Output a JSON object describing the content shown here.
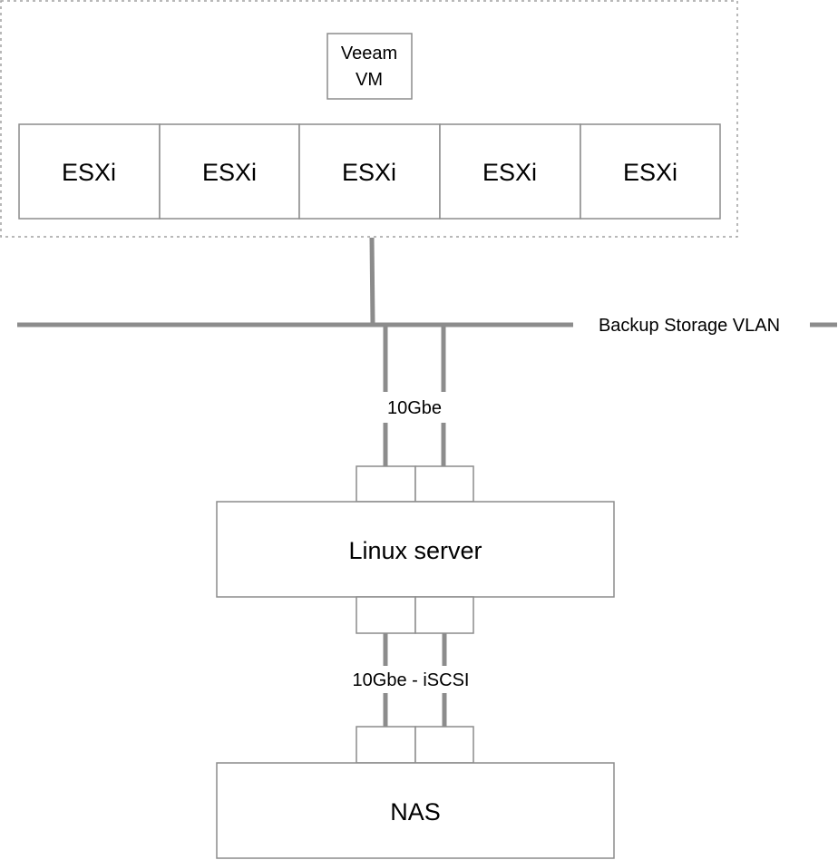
{
  "cluster": {
    "vm_label_line1": "Veeam",
    "vm_label_line2": "VM",
    "hosts": [
      "ESXi",
      "ESXi",
      "ESXi",
      "ESXi",
      "ESXi"
    ]
  },
  "network": {
    "vlan_label": "Backup Storage VLAN",
    "uplink_label": "10Gbe"
  },
  "server": {
    "label": "Linux server"
  },
  "storage": {
    "link_label": "10Gbe - iSCSI",
    "label": "NAS"
  },
  "colors": {
    "box_stroke": "#8c8c8c",
    "line": "#8c8c8c",
    "dashed_border": "#a0a0a0",
    "text": "#000000"
  }
}
